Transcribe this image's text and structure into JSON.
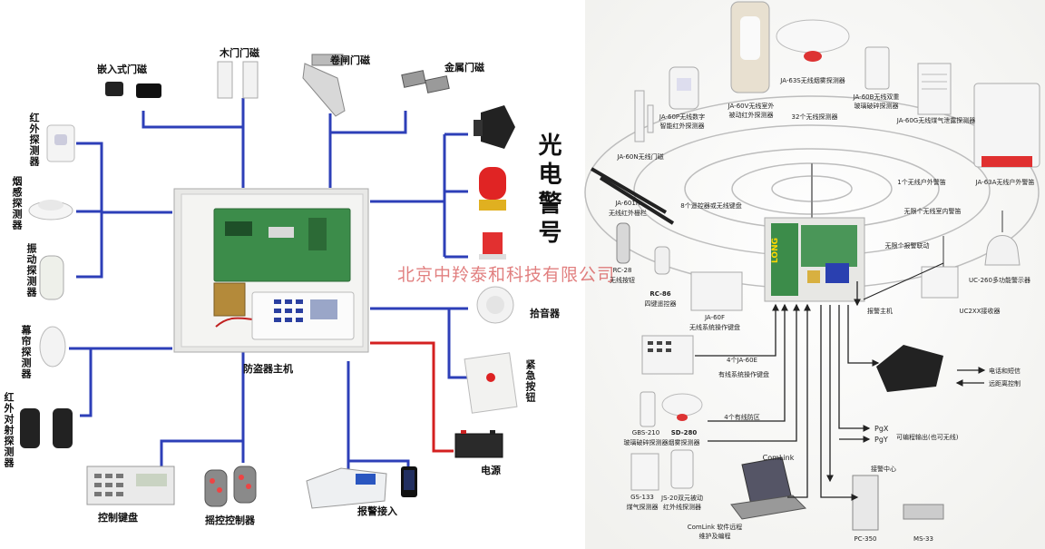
{
  "left": {
    "main_host": "防盗器主机",
    "devices": {
      "embedded_contact": "嵌入式门磁",
      "wood_door_contact": "木门门磁",
      "shutter_contact": "卷闸门磁",
      "metal_contact": "金属门磁",
      "pir_detector": "红外探测器",
      "smoke_detector": "烟感探测器",
      "vibration_detector": "振动探测器",
      "curtain_detector": "幕帘探测器",
      "beam_detector": "红外对射探测器",
      "sound_light_alarm": "光电警号",
      "pickup": "拾音器",
      "emergency_button": "紧急按钮",
      "power": "电源",
      "keypad": "控制键盘",
      "remote": "摇控控制器",
      "alarm_access": "报警接入"
    }
  },
  "watermark": "北京中羚泰和科技有限公司",
  "right": {
    "top_devices": {
      "ja60p": [
        "JA-60P无线数字",
        "智能红外探测器"
      ],
      "ja60v": [
        "JA-60V无线室外",
        "被动红外探测器"
      ],
      "ja63s": "JA-63S无线烟雾探测器",
      "ja60b": [
        "JA-60B无线双重",
        "玻璃破碎探测器"
      ],
      "ja60g": "JA-60G无线煤气泄露探测器",
      "ja60n": "JA-60N无线门磁",
      "ja601r": [
        "JA-601R",
        "无线红外栅栏"
      ],
      "ja60e_sd": "JA-63A无线户外警笛"
    },
    "ring_labels": {
      "r32": "32个无线探测器",
      "r8": "8个遥控器或无线键盘",
      "r1": "1个无线户外警笛",
      "rin": "无限个无线室内警笛",
      "rlink": "无限个报警联动"
    },
    "left_col": {
      "rc28": [
        "RC-28",
        "无线按钮"
      ],
      "rc86": [
        "RC-86",
        "四键遥控器"
      ],
      "ja60f": [
        "JA-60F",
        "无线系统操作键盘"
      ],
      "wired_kb": "4个JA-60E",
      "wired_kb2": "有线系统操作键盘",
      "wired_zone": "4个有线防区",
      "gbs210": [
        "GBS-210",
        "玻璃破碎探测器"
      ],
      "sd280": [
        "SD-280",
        "烟雾探测器"
      ],
      "gs133": [
        "GS-133",
        "煤气探测器"
      ],
      "js20": [
        "JS-20双元被动",
        "红外线探测器"
      ]
    },
    "right_col": {
      "uc260": "UC-260多功能警示器",
      "uc2xx": "UC2XX接收器",
      "host": "报警主机",
      "phone1": "电话和短信",
      "phone2": "远距离控制",
      "pgx": "PgX",
      "pgy": "PgY",
      "pgout": "可编程输出(也可无线)",
      "center": "接警中心",
      "comlink": "ComLink",
      "comlink_note": [
        "ComLink 软件远程",
        "维护及编程"
      ],
      "pc350": "PC-350",
      "ms33": "MS-33"
    },
    "panel_logo": "LONG"
  },
  "colors": {
    "wire_blue": "#2d3fb8",
    "wire_red": "#d42020",
    "board_green": "#3c8c4a"
  }
}
